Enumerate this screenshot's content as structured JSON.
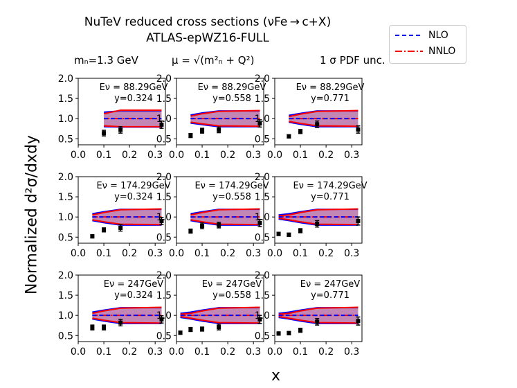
{
  "title_line1": "NuTeV reduced cross sections (νFe → c+X)",
  "title_line2": "ATLAS-epWZ16-FULL",
  "header": {
    "mc": "mₙ=1.3 GeV",
    "mu": "μ = √(m²ₙ + Q²)",
    "unc": "1 σ PDF unc."
  },
  "legend": [
    {
      "label": "NLO",
      "color": "#0000ff",
      "style": "dashed"
    },
    {
      "label": "NNLO",
      "color": "#ff0000",
      "style": "dashdot"
    }
  ],
  "ylabel": "Normalized d²σ/dxdy",
  "xlabel": "x",
  "chart_data": {
    "type": "line",
    "grid": "3x3",
    "xlim": [
      0.0,
      0.34
    ],
    "ylim": [
      0.35,
      2.0
    ],
    "xticks": [
      "0.0",
      "0.1",
      "0.2",
      "0.3"
    ],
    "yticks": [
      "0.5",
      "1.0",
      "1.5",
      "2.0"
    ],
    "panels": [
      {
        "energy": "Eν = 88.29GeV",
        "y": "y=0.324",
        "x": [
          0.1,
          0.165,
          0.325
        ],
        "nlo_band": [
          [
            0.8,
            1.16
          ],
          [
            0.79,
            1.19
          ],
          [
            0.79,
            1.19
          ]
        ],
        "nnlo_band": [
          [
            0.82,
            1.12
          ],
          [
            0.8,
            1.21
          ],
          [
            0.8,
            1.21
          ]
        ],
        "data": [
          {
            "x": 0.1,
            "y": 0.64,
            "err": 0.07
          },
          {
            "x": 0.165,
            "y": 0.72,
            "err": 0.08
          },
          {
            "x": 0.325,
            "y": 0.85,
            "err": 0.09
          }
        ]
      },
      {
        "energy": "Eν = 88.29GeV",
        "y": "y=0.558",
        "x": [
          0.055,
          0.1,
          0.165,
          0.325
        ],
        "nlo_band": [
          [
            0.89,
            1.09
          ],
          [
            0.85,
            1.14
          ],
          [
            0.8,
            1.19
          ],
          [
            0.8,
            1.19
          ]
        ],
        "nnlo_band": [
          [
            0.91,
            1.06
          ],
          [
            0.87,
            1.12
          ],
          [
            0.82,
            1.18
          ],
          [
            0.81,
            1.2
          ]
        ],
        "data": [
          {
            "x": 0.055,
            "y": 0.58,
            "err": 0.05
          },
          {
            "x": 0.1,
            "y": 0.7,
            "err": 0.06
          },
          {
            "x": 0.165,
            "y": 0.72,
            "err": 0.07
          },
          {
            "x": 0.325,
            "y": 0.88,
            "err": 0.09
          }
        ]
      },
      {
        "energy": "Eν = 88.29GeV",
        "y": "y=0.771",
        "x": [
          0.055,
          0.1,
          0.165,
          0.325
        ],
        "nlo_band": [
          [
            0.91,
            1.08
          ],
          [
            0.86,
            1.13
          ],
          [
            0.8,
            1.19
          ],
          [
            0.8,
            1.19
          ]
        ],
        "nnlo_band": [
          [
            0.93,
            1.05
          ],
          [
            0.88,
            1.11
          ],
          [
            0.82,
            1.18
          ],
          [
            0.81,
            1.2
          ]
        ],
        "data": [
          {
            "x": 0.055,
            "y": 0.56,
            "err": 0.04
          },
          {
            "x": 0.1,
            "y": 0.68,
            "err": 0.05
          },
          {
            "x": 0.165,
            "y": 0.86,
            "err": 0.08
          },
          {
            "x": 0.325,
            "y": 0.73,
            "err": 0.09
          }
        ]
      },
      {
        "energy": "Eν = 174.29GeV",
        "y": "y=0.324",
        "x": [
          0.055,
          0.1,
          0.165,
          0.325
        ],
        "nlo_band": [
          [
            0.91,
            1.08
          ],
          [
            0.86,
            1.13
          ],
          [
            0.8,
            1.19
          ],
          [
            0.8,
            1.19
          ]
        ],
        "nnlo_band": [
          [
            0.93,
            1.05
          ],
          [
            0.88,
            1.11
          ],
          [
            0.82,
            1.18
          ],
          [
            0.81,
            1.2
          ]
        ],
        "data": [
          {
            "x": 0.055,
            "y": 0.52,
            "err": 0.04
          },
          {
            "x": 0.1,
            "y": 0.68,
            "err": 0.05
          },
          {
            "x": 0.165,
            "y": 0.73,
            "err": 0.08
          },
          {
            "x": 0.325,
            "y": 0.9,
            "err": 0.09
          }
        ]
      },
      {
        "energy": "Eν = 174.29GeV",
        "y": "y=0.558",
        "x": [
          0.055,
          0.1,
          0.165,
          0.325
        ],
        "nlo_band": [
          [
            0.91,
            1.08
          ],
          [
            0.86,
            1.13
          ],
          [
            0.8,
            1.19
          ],
          [
            0.8,
            1.19
          ]
        ],
        "nnlo_band": [
          [
            0.93,
            1.05
          ],
          [
            0.88,
            1.11
          ],
          [
            0.82,
            1.18
          ],
          [
            0.81,
            1.2
          ]
        ],
        "data": [
          {
            "x": 0.055,
            "y": 0.65,
            "err": 0.05
          },
          {
            "x": 0.1,
            "y": 0.78,
            "err": 0.07
          },
          {
            "x": 0.165,
            "y": 0.8,
            "err": 0.07
          },
          {
            "x": 0.325,
            "y": 0.85,
            "err": 0.09
          }
        ]
      },
      {
        "energy": "Eν = 174.29GeV",
        "y": "y=0.771",
        "x": [
          0.015,
          0.055,
          0.1,
          0.165,
          0.325
        ],
        "nlo_band": [
          [
            0.95,
            1.05
          ],
          [
            0.91,
            1.08
          ],
          [
            0.86,
            1.13
          ],
          [
            0.8,
            1.19
          ],
          [
            0.8,
            1.19
          ]
        ],
        "nnlo_band": [
          [
            0.97,
            1.03
          ],
          [
            0.93,
            1.05
          ],
          [
            0.88,
            1.11
          ],
          [
            0.82,
            1.18
          ],
          [
            0.81,
            1.2
          ]
        ],
        "data": [
          {
            "x": 0.015,
            "y": 0.58,
            "err": 0.04
          },
          {
            "x": 0.055,
            "y": 0.56,
            "err": 0.04
          },
          {
            "x": 0.1,
            "y": 0.66,
            "err": 0.05
          },
          {
            "x": 0.165,
            "y": 0.83,
            "err": 0.08
          },
          {
            "x": 0.325,
            "y": 0.9,
            "err": 0.1
          }
        ]
      },
      {
        "energy": "Eν = 247GeV",
        "y": "y=0.324",
        "x": [
          0.055,
          0.1,
          0.165,
          0.325
        ],
        "nlo_band": [
          [
            0.91,
            1.08
          ],
          [
            0.86,
            1.13
          ],
          [
            0.8,
            1.19
          ],
          [
            0.8,
            1.19
          ]
        ],
        "nnlo_band": [
          [
            0.93,
            1.05
          ],
          [
            0.88,
            1.11
          ],
          [
            0.82,
            1.18
          ],
          [
            0.81,
            1.2
          ]
        ],
        "data": [
          {
            "x": 0.055,
            "y": 0.7,
            "err": 0.06
          },
          {
            "x": 0.1,
            "y": 0.7,
            "err": 0.06
          },
          {
            "x": 0.165,
            "y": 0.82,
            "err": 0.08
          },
          {
            "x": 0.325,
            "y": 0.9,
            "err": 0.09
          }
        ]
      },
      {
        "energy": "Eν = 247GeV",
        "y": "y=0.558",
        "x": [
          0.015,
          0.055,
          0.1,
          0.165,
          0.325
        ],
        "nlo_band": [
          [
            0.95,
            1.05
          ],
          [
            0.91,
            1.08
          ],
          [
            0.86,
            1.13
          ],
          [
            0.8,
            1.19
          ],
          [
            0.8,
            1.19
          ]
        ],
        "nnlo_band": [
          [
            0.97,
            1.03
          ],
          [
            0.93,
            1.05
          ],
          [
            0.88,
            1.11
          ],
          [
            0.82,
            1.18
          ],
          [
            0.81,
            1.2
          ]
        ],
        "data": [
          {
            "x": 0.015,
            "y": 0.57,
            "err": 0.04
          },
          {
            "x": 0.055,
            "y": 0.65,
            "err": 0.05
          },
          {
            "x": 0.1,
            "y": 0.66,
            "err": 0.05
          },
          {
            "x": 0.165,
            "y": 0.71,
            "err": 0.07
          },
          {
            "x": 0.325,
            "y": 0.9,
            "err": 0.1
          }
        ]
      },
      {
        "energy": "Eν = 247GeV",
        "y": "y=0.771",
        "x": [
          0.015,
          0.055,
          0.1,
          0.165,
          0.325
        ],
        "nlo_band": [
          [
            0.95,
            1.05
          ],
          [
            0.91,
            1.08
          ],
          [
            0.86,
            1.13
          ],
          [
            0.8,
            1.19
          ],
          [
            0.8,
            1.19
          ]
        ],
        "nnlo_band": [
          [
            0.97,
            1.03
          ],
          [
            0.93,
            1.05
          ],
          [
            0.88,
            1.11
          ],
          [
            0.82,
            1.18
          ],
          [
            0.81,
            1.2
          ]
        ],
        "data": [
          {
            "x": 0.015,
            "y": 0.55,
            "err": 0.04
          },
          {
            "x": 0.055,
            "y": 0.56,
            "err": 0.04
          },
          {
            "x": 0.1,
            "y": 0.63,
            "err": 0.05
          },
          {
            "x": 0.165,
            "y": 0.84,
            "err": 0.08
          },
          {
            "x": 0.325,
            "y": 0.86,
            "err": 0.1
          }
        ]
      }
    ]
  }
}
